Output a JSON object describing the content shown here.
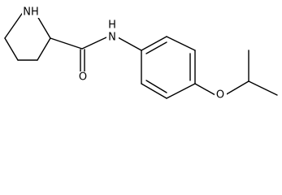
{
  "molecule": {
    "atoms": {
      "pyrrolidine_nitrogen": "NH",
      "amide_nitrogen": "N",
      "amide_hydrogen": "H",
      "carbonyl_oxygen": "O",
      "ether_oxygen": "O"
    }
  },
  "colors": {
    "bond": "#000000",
    "label": "#000000",
    "background": "#ffffff"
  }
}
